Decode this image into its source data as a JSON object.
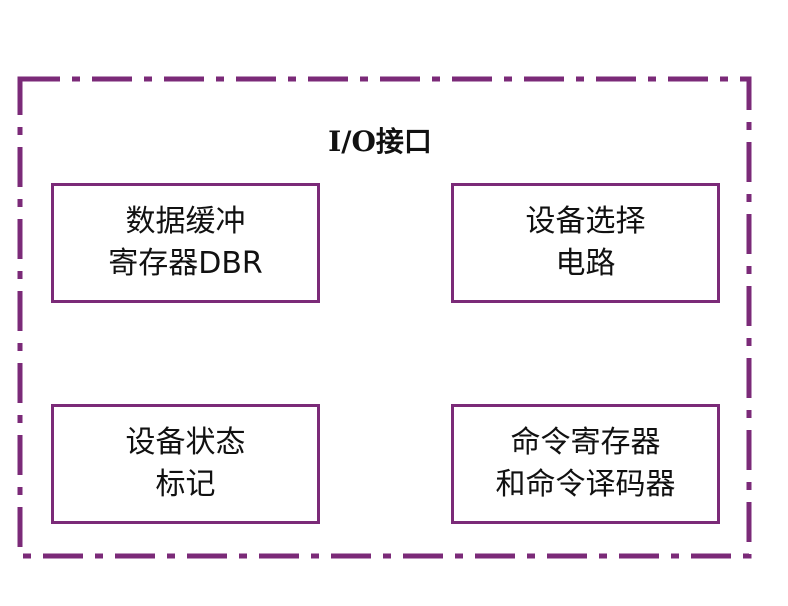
{
  "diagram": {
    "title": "I/O接口",
    "boxes": [
      {
        "line1": "数据缓冲",
        "line2": "寄存器DBR"
      },
      {
        "line1": "设备选择",
        "line2": "电路"
      },
      {
        "line1": "设备状态",
        "line2": "标记"
      },
      {
        "line1": "命令寄存器",
        "line2": "和命令译码器"
      }
    ]
  },
  "colors": {
    "frame": "#7b2a78",
    "text": "#111111"
  }
}
